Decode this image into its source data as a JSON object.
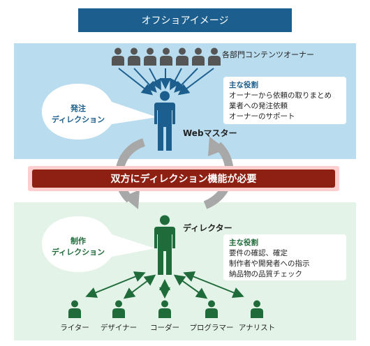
{
  "header": {
    "title": "オフショアイメージ"
  },
  "top_section": {
    "owners_label": "各部門コンテンツオーナー",
    "bubble_line1": "発注",
    "bubble_line2": "ディレクション",
    "role_title": "主な役割",
    "roles": [
      "オーナーから依頼の取りまとめ",
      "業者への発注依頼",
      "オーナーのサポート"
    ],
    "person_label": "Webマスター"
  },
  "banner": {
    "text": "双方にディレクション機能が必要"
  },
  "bottom_section": {
    "bubble_line1": "制作",
    "bubble_line2": "ディレクション",
    "person_label": "ディレクター",
    "role_title": "主な役割",
    "roles": [
      "要件の確認、確定",
      "制作者や開発者への指示",
      "納品物の品質チェック"
    ],
    "team": [
      "ライター",
      "デザイナー",
      "コーダー",
      "プログラマー",
      "アナリスト"
    ]
  },
  "colors": {
    "blue_dark": "#1c5f8e",
    "blue_light": "#b9dcee",
    "green_dark": "#1f6b3a",
    "green_light": "#e3f3e8",
    "red": "#8e2013",
    "gray_person": "#555555"
  }
}
